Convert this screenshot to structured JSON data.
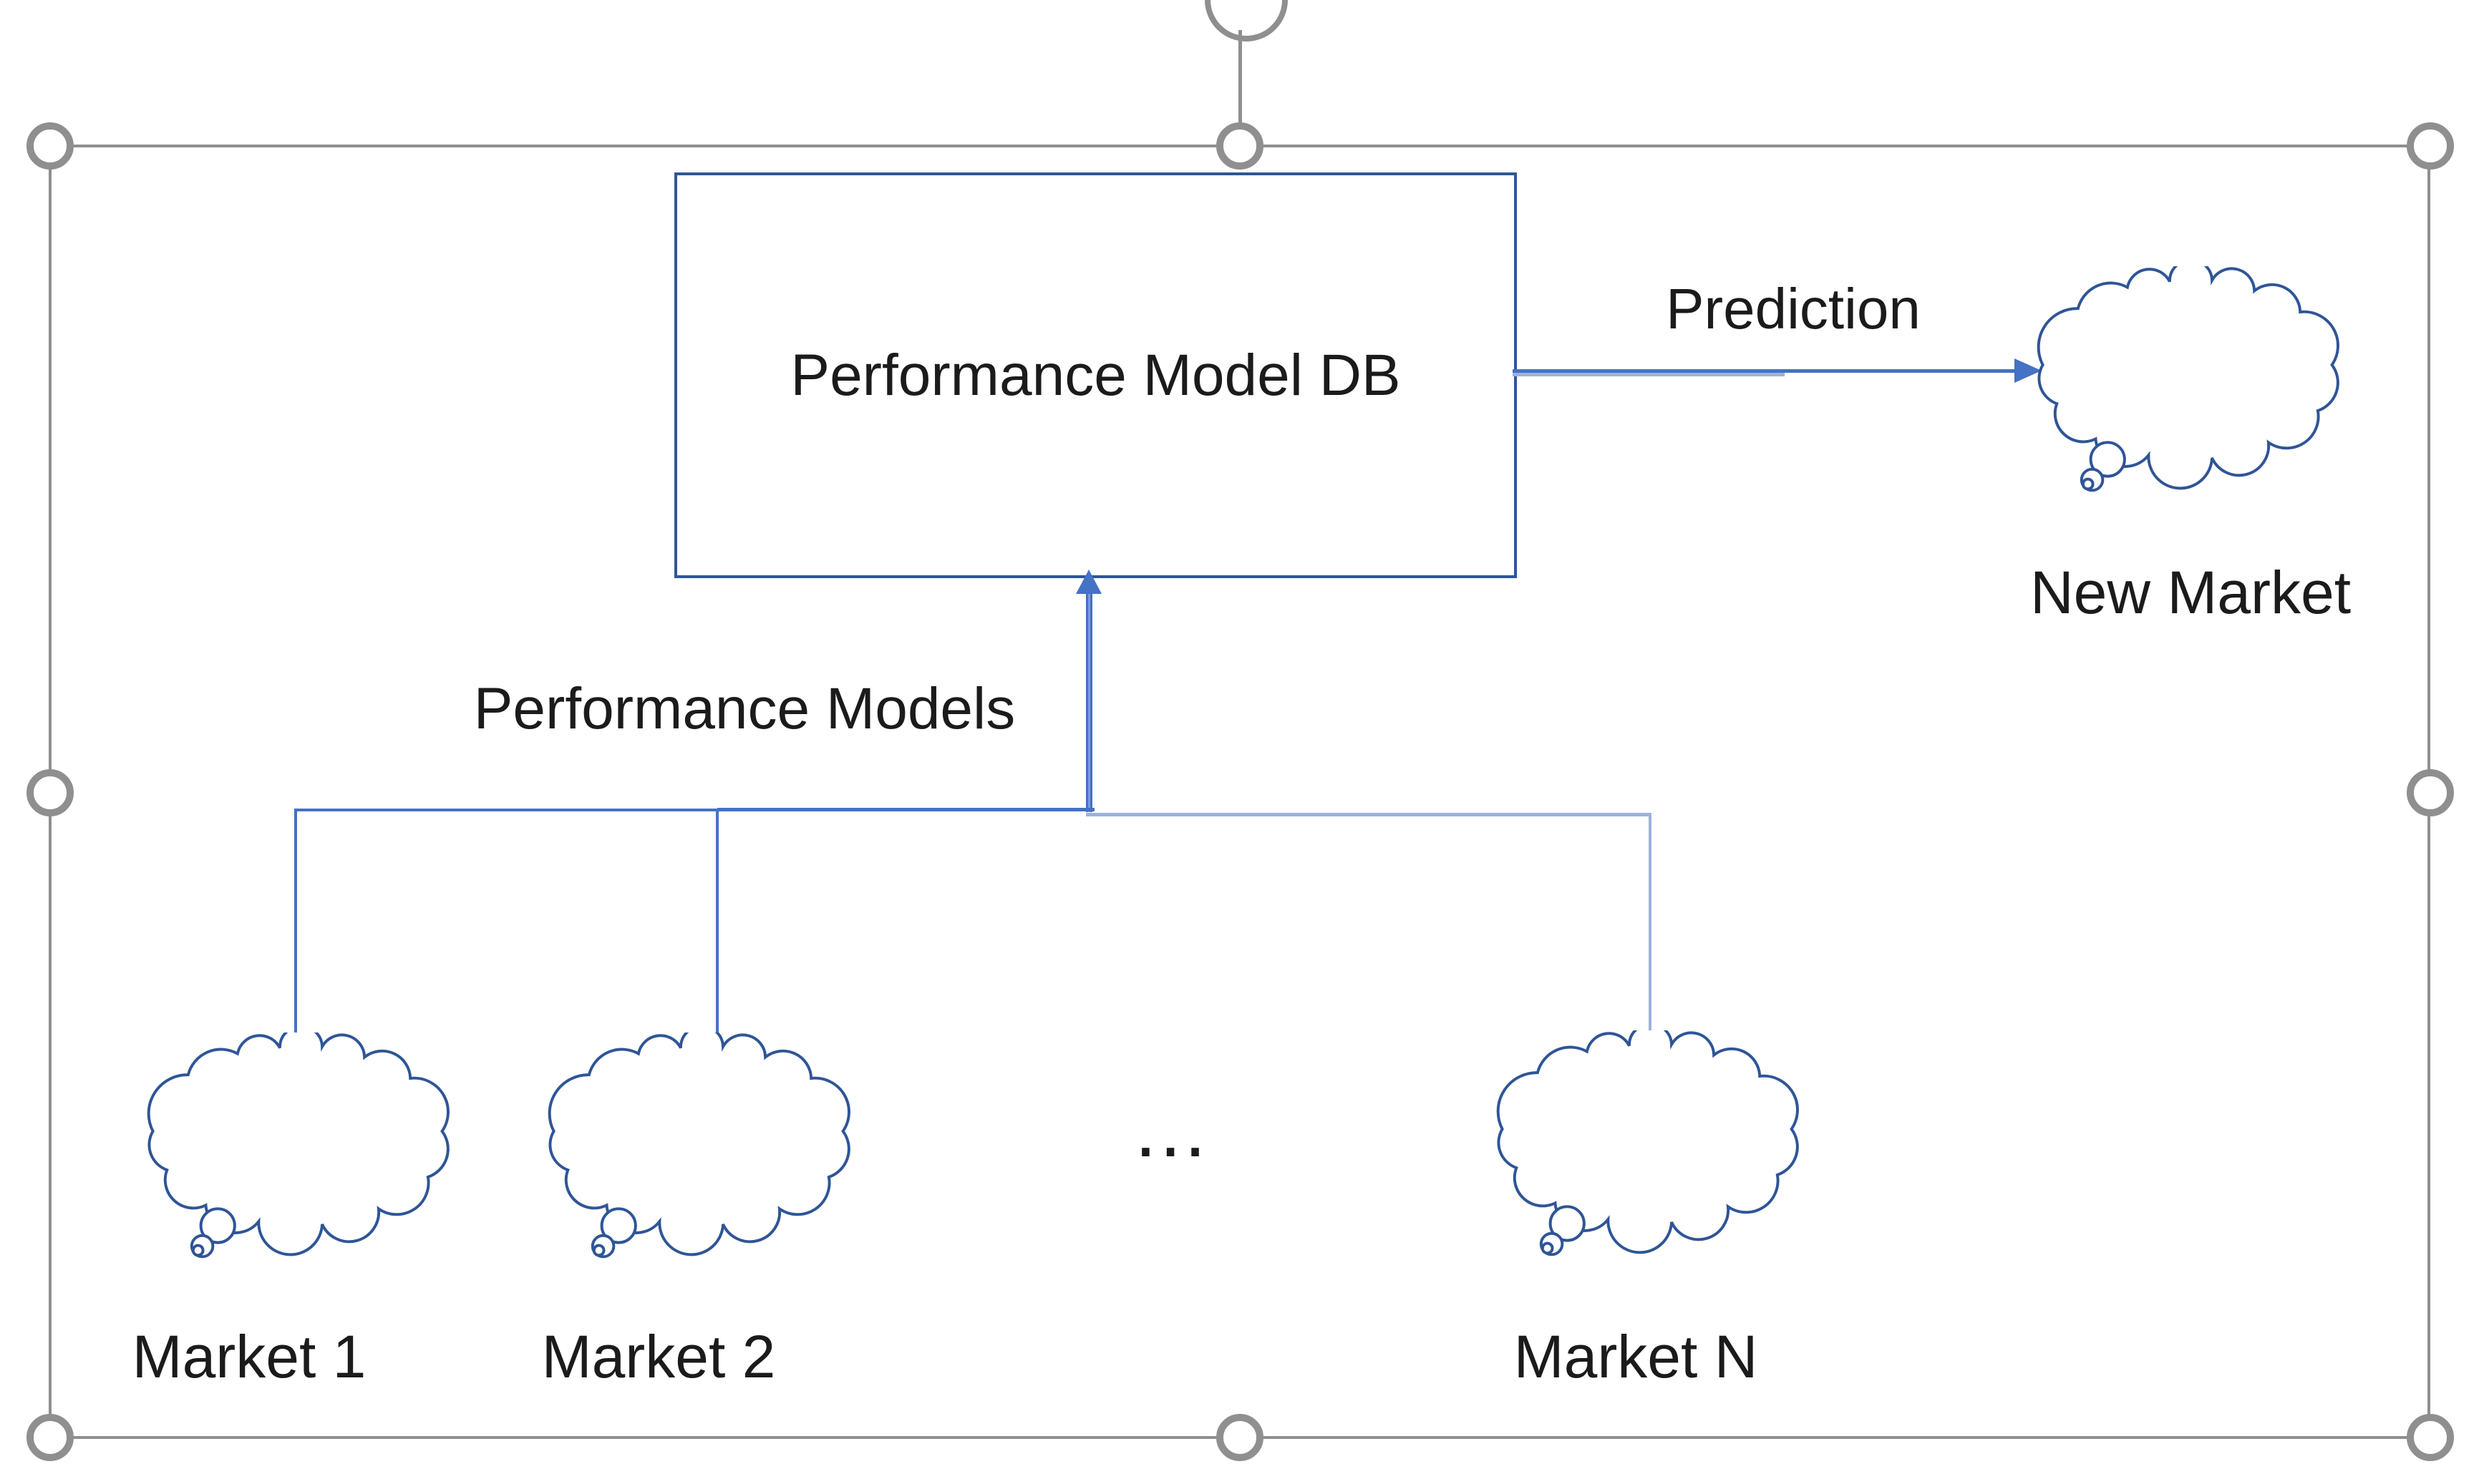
{
  "diagram": {
    "db_box": {
      "label": "Performance Model DB"
    },
    "prediction_arrow": {
      "label": "Prediction"
    },
    "models_arrow": {
      "label": "Performance Models"
    },
    "markets": [
      {
        "label": "Market 1"
      },
      {
        "label": "Market 2"
      },
      {
        "label": "Market N"
      }
    ],
    "ellipsis": "...",
    "new_market": {
      "label": "New Market"
    },
    "colors": {
      "box_border": "#2f5597",
      "cloud_stroke": "#2f5597",
      "connector": "#4472c4",
      "connector_light": "#9db1de",
      "selection_gray": "#8f8f8f",
      "text": "#1b1b1b"
    }
  }
}
